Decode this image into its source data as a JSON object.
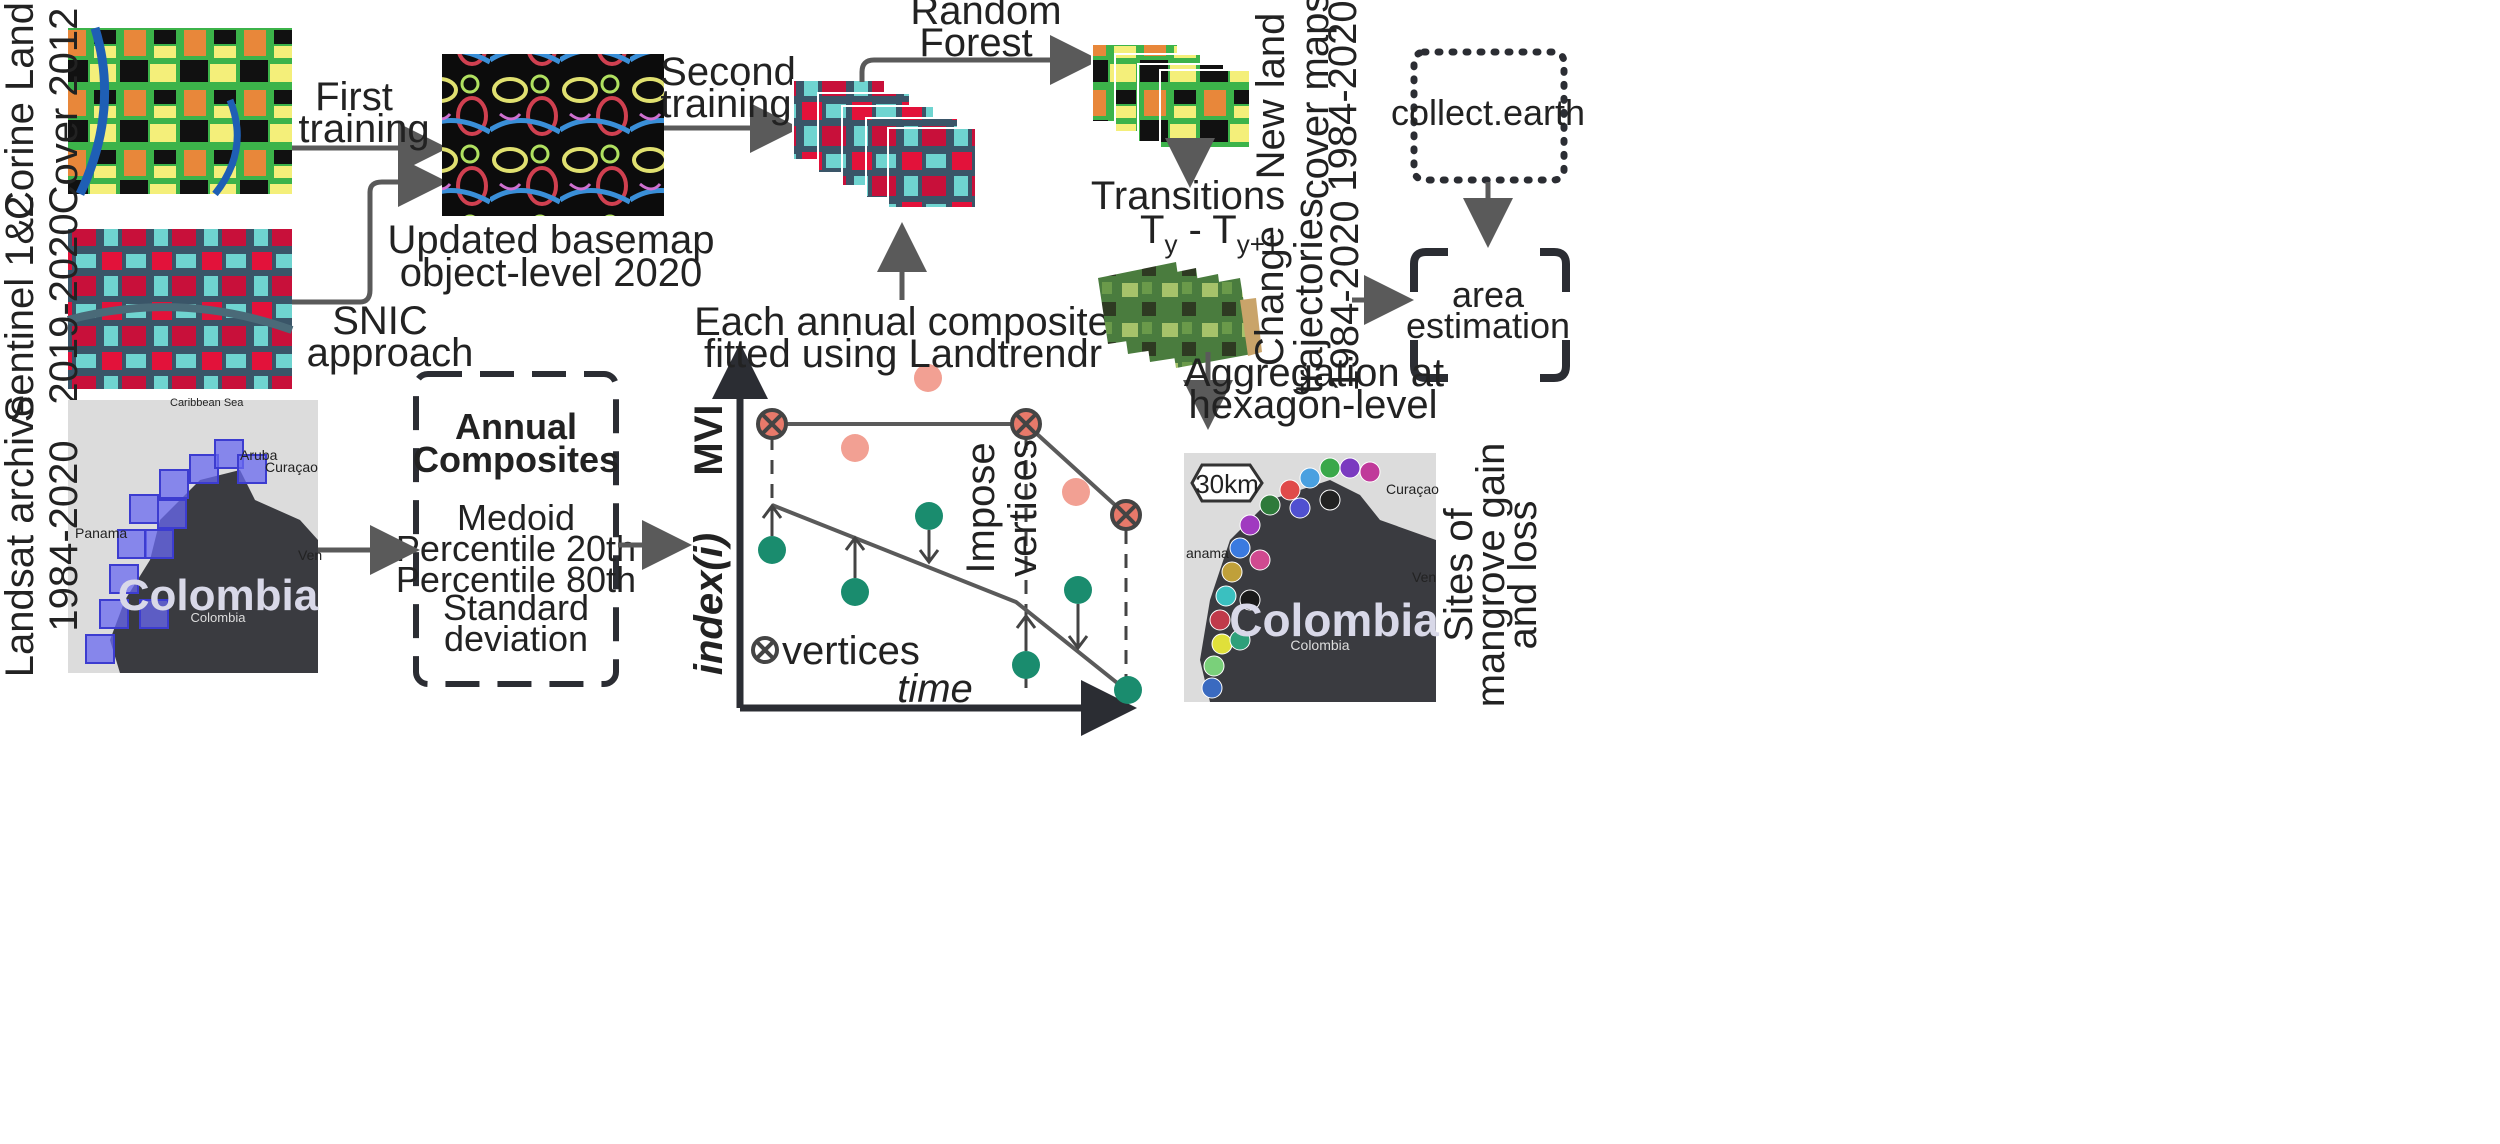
{
  "inputs": {
    "corine": "Corine Land Cover 2012",
    "corine_line1": "Corine Land",
    "corine_line2": "Cover 2012",
    "sentinel_line1": "Sentinel 1&2",
    "sentinel_line2": "2019-2020",
    "landsat_line1": "Landsat archive",
    "landsat_line2": "1984-2020"
  },
  "arrows": {
    "first_training_1": "First",
    "first_training_2": "training",
    "snic_1": "SNIC",
    "snic_2": "approach",
    "second_training_1": "Second",
    "second_training_2": "training",
    "rf_1": "Random",
    "rf_2": "Forest"
  },
  "basemap": {
    "line1": "Updated basemap",
    "line2": "object-level 2020"
  },
  "composites": {
    "title1": "Annual",
    "title2": "Composites",
    "items": [
      "Medoid",
      "Percentile 20th",
      "Percentile 80th",
      "Standard",
      "deviation"
    ]
  },
  "landtrendr": {
    "caption1": "Each annual composite",
    "caption2": "fitted using Landtrendr",
    "y_label_mvi": "MVI",
    "y_label_index": "index(i)",
    "x_label": "time",
    "impose1": "Impose",
    "impose2": "vertices",
    "legend": "vertices"
  },
  "landcover": {
    "line1": "New land",
    "line2": "cover maps",
    "line3": "1984-2020"
  },
  "transitions": {
    "title": "Transitions",
    "formula_t": "T",
    "sub_y": "y",
    "dash": " - ",
    "sub_y1": "y+1"
  },
  "trajectories": {
    "line1": "Change",
    "line2": "trajectories",
    "line3": "1984-2020"
  },
  "collect": {
    "label": "collect.earth"
  },
  "area": {
    "line1": "area",
    "line2": "estimation"
  },
  "aggregation": {
    "line1": "Aggregation at",
    "line2": "hexagon-level"
  },
  "mangrove": {
    "line1": "Sites of",
    "line2": "mangrove gain",
    "line3": "and loss"
  },
  "map_left": {
    "country": "Colombia",
    "country_small": "Colombia",
    "sea": "Caribbean Sea",
    "aruba": "Aruba",
    "curacao": "Curaçao",
    "panama": "Panama",
    "ven": "Ven"
  },
  "map_right": {
    "scale": "30km",
    "country": "Colombia",
    "country_small": "Colombia",
    "curacao": "Curaçao",
    "panama": "anama",
    "ven": "Ven"
  },
  "colors": {
    "arrow": "#5a5a5a",
    "salmon": "#f2a093",
    "teal": "#1a8c6e",
    "vertex_fill": "#e8796a",
    "dark": "#2b2d33"
  }
}
